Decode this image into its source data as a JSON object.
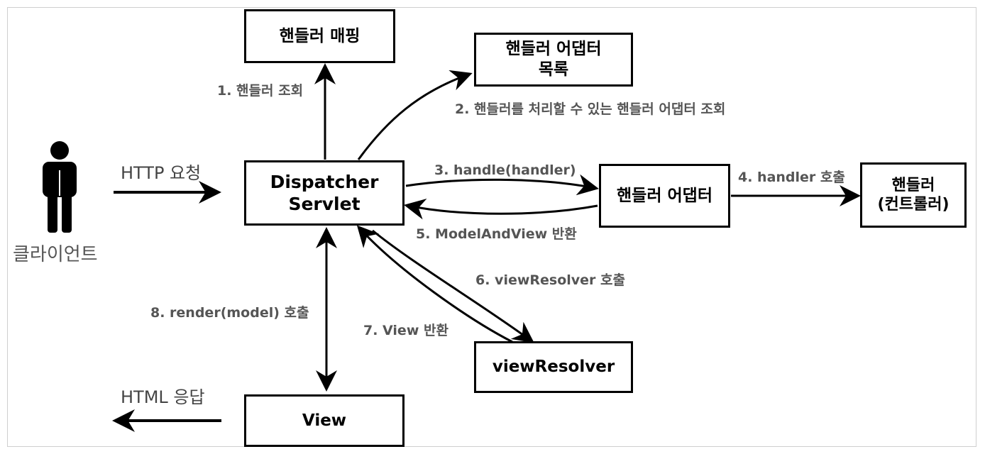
{
  "nodes": {
    "handler_mapping": "핸들러 매핑",
    "adapter_list": [
      "핸들러 어댑터",
      "목록"
    ],
    "dispatcher": [
      "Dispatcher",
      "Servlet"
    ],
    "handler_adapter": "핸들러 어댑터",
    "handler": [
      "핸들러",
      "(컨트롤러)"
    ],
    "view_resolver": "viewResolver",
    "view": "View"
  },
  "client": {
    "label": "클라이언트"
  },
  "flows": {
    "request": "HTTP 요청",
    "response": "HTML 응답",
    "step1": "1. 핸들러 조회",
    "step2": "2. 핸들러를 처리할 수 있는 핸들러 어댑터 조회",
    "step3": "3. handle(handler)",
    "step4": "4. handler 호출",
    "step5": "5. ModelAndView 반환",
    "step6": "6. viewResolver 호출",
    "step7": "7. View 반환",
    "step8": "8. render(model) 호출"
  }
}
